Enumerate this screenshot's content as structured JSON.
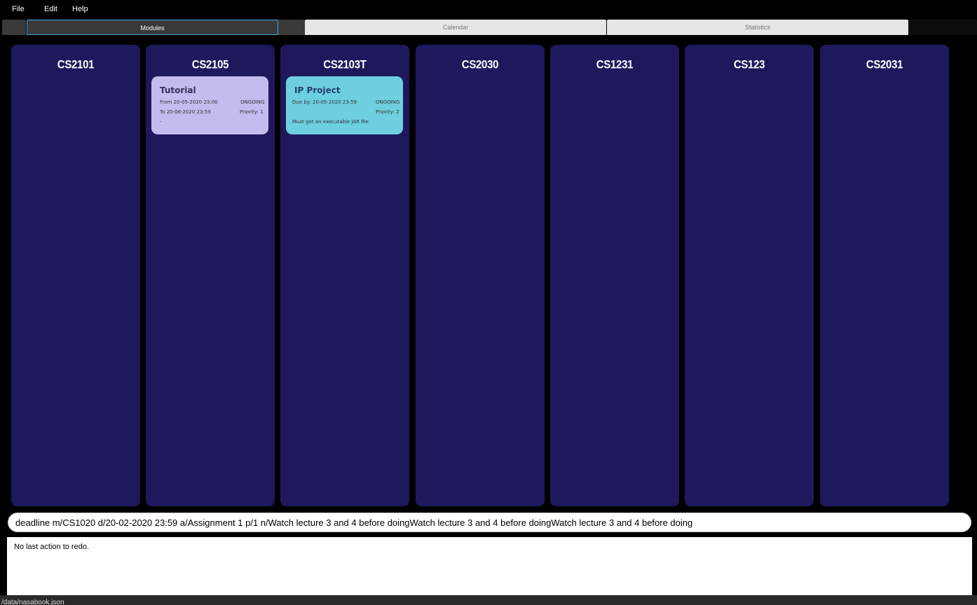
{
  "menu": {
    "file": "File",
    "edit": "Edit",
    "help": "Help"
  },
  "tabs": {
    "modules": "Modules",
    "calendar": "Calendar",
    "statistics": "Statistics"
  },
  "modules": [
    {
      "code": "CS2101"
    },
    {
      "code": "CS2105",
      "task": {
        "title": "Tutorial",
        "from": "From 20-05-2020 23:00",
        "status": "ONGOING",
        "to": "To 20-06-2020 23:59",
        "priority": "Priority: 1",
        "note": "-"
      }
    },
    {
      "code": "CS2103T",
      "task": {
        "title": "IP Project",
        "due": "Due by: 20-05-2020 23:59",
        "status": "ONGOING",
        "priority": "Priority: 2",
        "note": "Must get an executable JAR file"
      }
    },
    {
      "code": "CS2030"
    },
    {
      "code": "CS1231"
    },
    {
      "code": "CS123"
    },
    {
      "code": "CS2031"
    }
  ],
  "command": {
    "value": "deadline m/CS1020 d/20-02-2020 23:59 a/Assignment 1 p/1 n/Watch lecture 3 and 4 before doingWatch lecture 3 and 4 before doingWatch lecture 3 and 4 before doing"
  },
  "result": {
    "text": "No last action to redo."
  },
  "status_bar": {
    "path": "/data/nasabook.json"
  },
  "colors": {
    "column": "#1e195d",
    "tutorial_card": "#c2bcef",
    "project_card": "#6ecfe0",
    "active_tab_border": "#3fa8d8"
  }
}
